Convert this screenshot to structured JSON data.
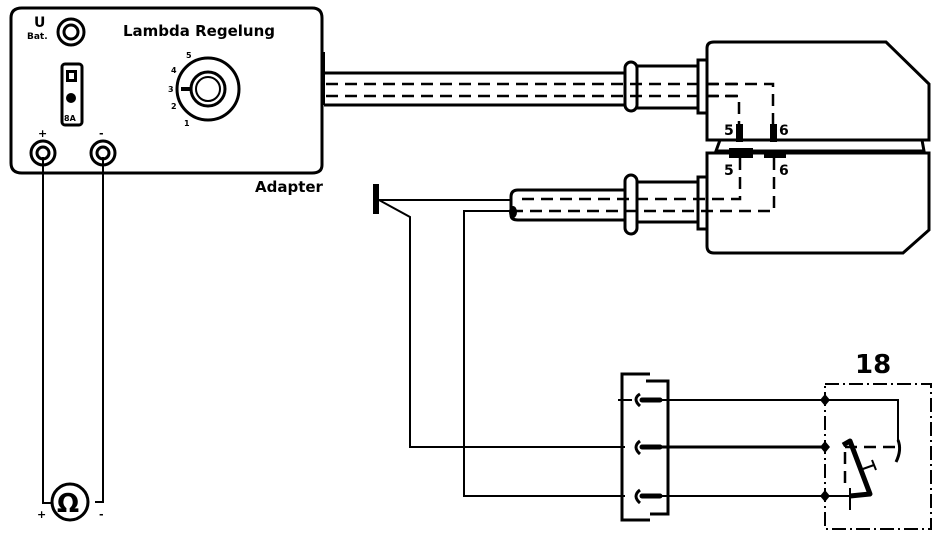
{
  "adapter": {
    "title": "Lambda Regelung",
    "caption": "Adapter",
    "battery_label_top": "U",
    "battery_label_bottom": "Bat.",
    "fuse_label": "8A",
    "plus_label": "+",
    "minus_label": "-",
    "dial_positions": [
      "1",
      "2",
      "3",
      "4",
      "5"
    ],
    "dial_selected": "3"
  },
  "connector": {
    "pin_labels_top": [
      "5",
      "6"
    ],
    "pin_labels_bottom": [
      "5",
      "6"
    ]
  },
  "ohmmeter": {
    "symbol": "Ω",
    "plus_label": "+",
    "minus_label": "-"
  },
  "component": {
    "number": "18"
  }
}
